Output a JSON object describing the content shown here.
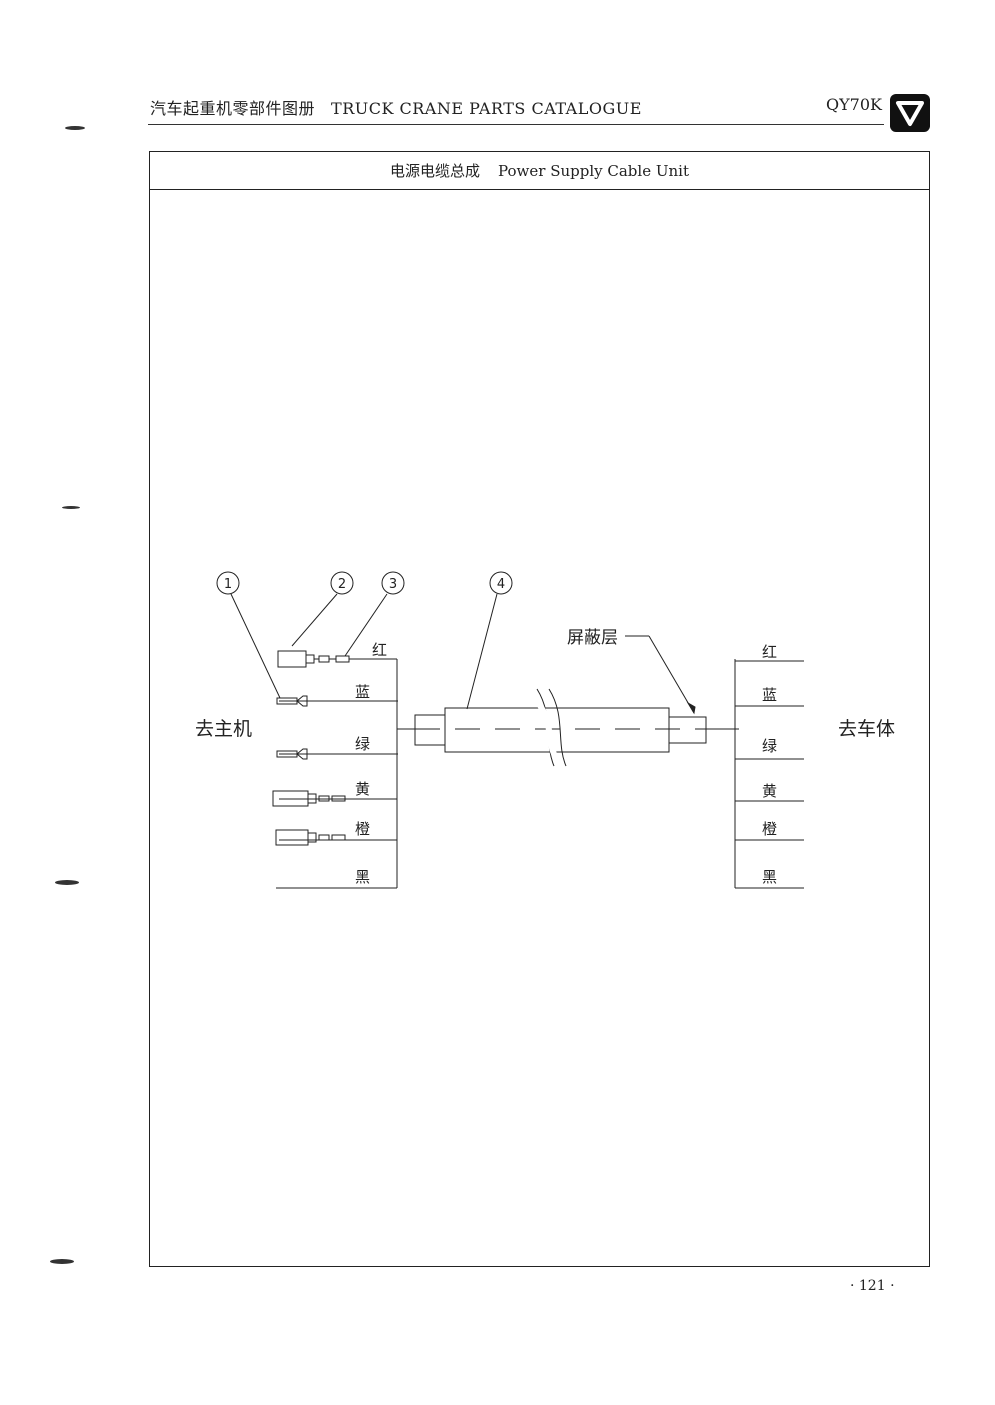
{
  "header": {
    "catalogue_cn": "汽车起重机零部件图册",
    "catalogue_en": "TRUCK CRANE PARTS CATALOGUE",
    "model": "QY70K"
  },
  "section": {
    "title_cn": "电源电缆总成",
    "title_en": "Power Supply Cable Unit"
  },
  "diagram": {
    "callouts": [
      "1",
      "2",
      "3",
      "4"
    ],
    "left_label": "去主机",
    "right_label": "去车体",
    "shield_label": "屏蔽层",
    "wires_left": [
      "红",
      "蓝",
      "绿",
      "黄",
      "橙",
      "黑"
    ],
    "wires_right": [
      "红",
      "蓝",
      "绿",
      "黄",
      "橙",
      "黑"
    ]
  },
  "footer": {
    "page": "· 121 ·"
  }
}
